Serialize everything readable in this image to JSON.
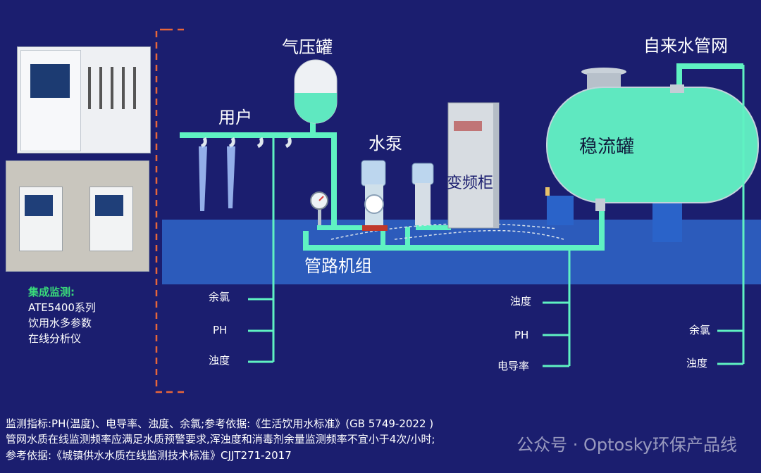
{
  "labels": {
    "pressure_tank": "气压罐",
    "user": "用户",
    "pump": "水泵",
    "vfd_cabinet": "变频柜",
    "surge_tank": "稳流罐",
    "tap_network": "自来水管网",
    "pipe_unit": "管路机组"
  },
  "analyzer": {
    "title": "集成监测:",
    "line1": "ATE5400系列",
    "line2": "饮用水多参数",
    "line3": "在线分析仪"
  },
  "monitor_groups": {
    "left": [
      "余氯",
      "PH",
      "浊度"
    ],
    "middle": [
      "浊度",
      "PH",
      "电导率"
    ],
    "right": [
      "余氯",
      "浊度"
    ]
  },
  "notes": {
    "line1": "监测指标:PH(温度)、电导率、浊度、余氯;参考依据:《生活饮用水标准》(GB 5749-2022 )",
    "line2": "管网水质在线监测频率应满足水质预警要求,浑浊度和消毒剂余量监测频率不宜小于4次/小时;",
    "line3": "参考依据:《城镇供水水质在线监测技术标准》CJJT271-2017"
  },
  "watermark": "公众号 · Optosky环保产品线",
  "colors": {
    "background": "#1b1e6f",
    "pipe": "#5ff2c2",
    "tank": "#5fe8c0",
    "floor": "#2b58b8",
    "dash": "#e8663a",
    "highlight": "#39d97a"
  }
}
